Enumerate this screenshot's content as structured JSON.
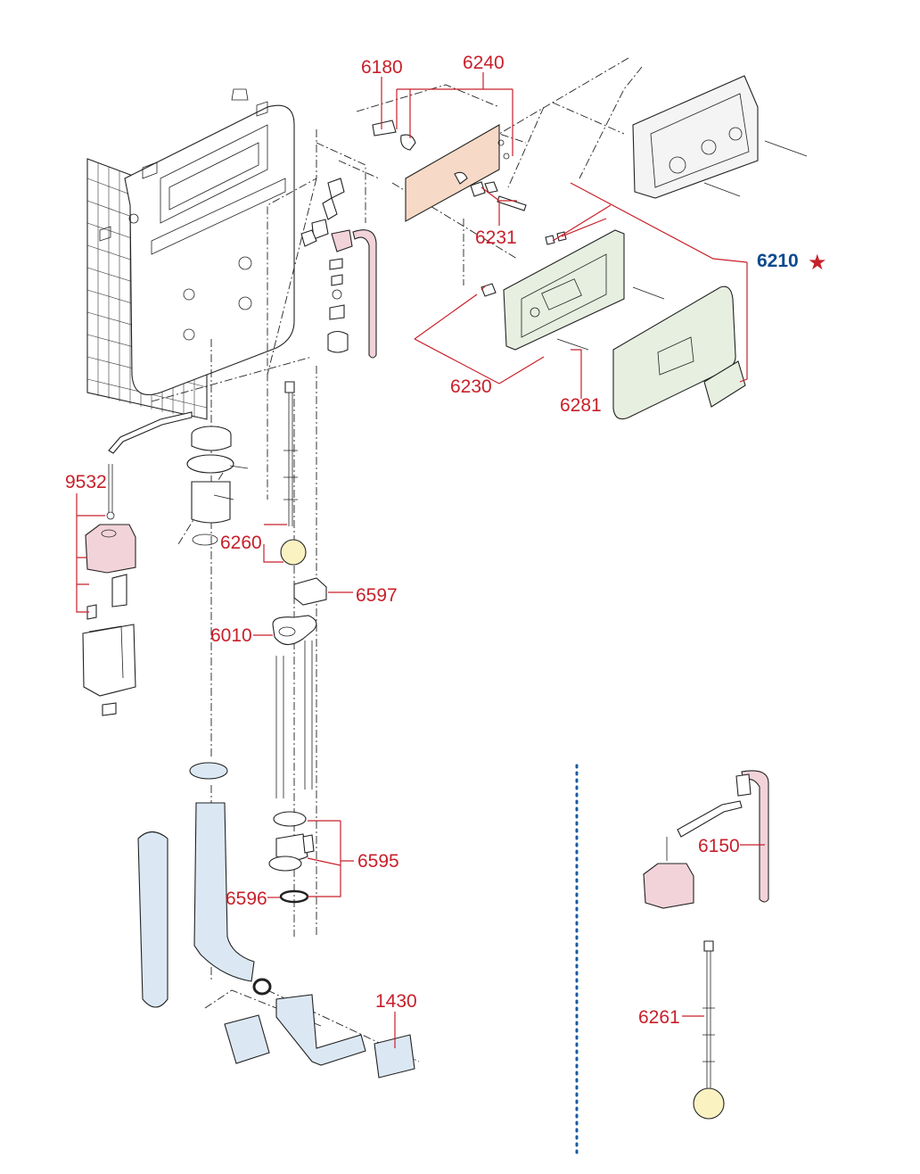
{
  "diagram": {
    "part_labels": [
      {
        "id": "6180",
        "text": "6180"
      },
      {
        "id": "6240",
        "text": "6240"
      },
      {
        "id": "6231",
        "text": "6231"
      },
      {
        "id": "6210",
        "text": "6210",
        "highlight": true,
        "marker": "★"
      },
      {
        "id": "6230",
        "text": "6230"
      },
      {
        "id": "6281",
        "text": "6281"
      },
      {
        "id": "9532",
        "text": "9532"
      },
      {
        "id": "6260",
        "text": "6260"
      },
      {
        "id": "6597",
        "text": "6597"
      },
      {
        "id": "6010",
        "text": "6010"
      },
      {
        "id": "6595",
        "text": "6595"
      },
      {
        "id": "6596",
        "text": "6596"
      },
      {
        "id": "1430",
        "text": "1430"
      },
      {
        "id": "6150",
        "text": "6150"
      },
      {
        "id": "6261",
        "text": "6261"
      }
    ],
    "colors": {
      "label": "#c8202a",
      "highlight_label": "#0b4a8f",
      "separator": "#1b5aa0",
      "pink_part": "#f2d3da",
      "peach_part": "#f6d9c6",
      "green_part": "#e6efe0",
      "blue_part": "#dbe8f4",
      "yellow_part": "#fbf2c2"
    }
  }
}
